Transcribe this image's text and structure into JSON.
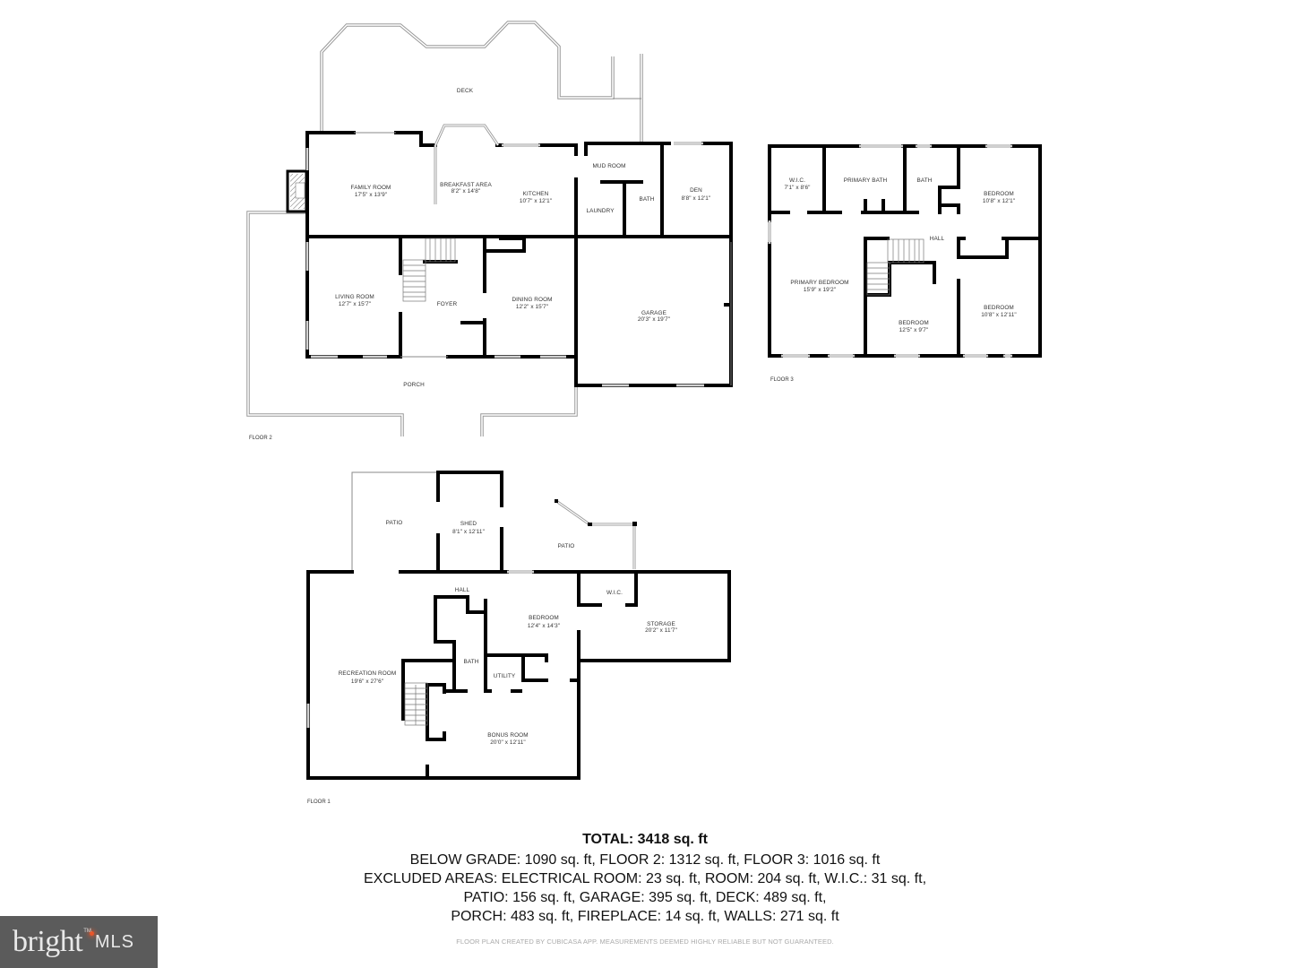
{
  "floors": {
    "floor2": {
      "label": "FLOOR 2",
      "rooms": [
        {
          "name": "DECK",
          "dims": ""
        },
        {
          "name": "FAMILY ROOM",
          "dims": "17'5\" x 13'9\""
        },
        {
          "name": "BREAKFAST AREA",
          "dims": "8'2\" x 14'8\""
        },
        {
          "name": "KITCHEN",
          "dims": "10'7\" x 12'1\""
        },
        {
          "name": "MUD ROOM",
          "dims": ""
        },
        {
          "name": "LAUNDRY",
          "dims": ""
        },
        {
          "name": "BATH",
          "dims": ""
        },
        {
          "name": "DEN",
          "dims": "8'8\" x 12'1\""
        },
        {
          "name": "LIVING ROOM",
          "dims": "12'7\" x 15'7\""
        },
        {
          "name": "FOYER",
          "dims": ""
        },
        {
          "name": "DINING ROOM",
          "dims": "12'2\" x 15'7\""
        },
        {
          "name": "GARAGE",
          "dims": "20'3\" x 19'7\""
        },
        {
          "name": "PORCH",
          "dims": ""
        }
      ]
    },
    "floor3": {
      "label": "FLOOR 3",
      "rooms": [
        {
          "name": "W.I.C.",
          "dims": "7'1\" x 8'6\""
        },
        {
          "name": "PRIMARY BATH",
          "dims": ""
        },
        {
          "name": "BATH",
          "dims": ""
        },
        {
          "name": "BEDROOM",
          "dims": "10'8\" x 12'1\""
        },
        {
          "name": "HALL",
          "dims": ""
        },
        {
          "name": "PRIMARY BEDROOM",
          "dims": "15'9\" x 19'2\""
        },
        {
          "name": "BEDROOM",
          "dims": "12'5\" x 9'7\""
        },
        {
          "name": "BEDROOM",
          "dims": "10'8\" x 12'11\""
        }
      ]
    },
    "floor1": {
      "label": "FLOOR 1",
      "rooms": [
        {
          "name": "PATIO",
          "dims": ""
        },
        {
          "name": "SHED",
          "dims": "8'1\" x 12'11\""
        },
        {
          "name": "PATIO",
          "dims": ""
        },
        {
          "name": "HALL",
          "dims": ""
        },
        {
          "name": "BEDROOM",
          "dims": "12'4\" x 14'3\""
        },
        {
          "name": "W.I.C.",
          "dims": ""
        },
        {
          "name": "STORAGE",
          "dims": "20'2\" x 11'7\""
        },
        {
          "name": "RECREATION ROOM",
          "dims": "19'6\" x 27'6\""
        },
        {
          "name": "BATH",
          "dims": ""
        },
        {
          "name": "UTILITY",
          "dims": ""
        },
        {
          "name": "BONUS ROOM",
          "dims": "20'0\" x 12'11\""
        }
      ]
    }
  },
  "summary": {
    "total": "TOTAL: 3418 sq. ft",
    "line1": "BELOW GRADE: 1090 sq. ft, FLOOR 2: 1312 sq. ft, FLOOR 3: 1016 sq. ft",
    "line2": "EXCLUDED AREAS: ELECTRICAL ROOM: 23 sq. ft, ROOM: 204 sq. ft, W.I.C.: 31 sq. ft,",
    "line3": "PATIO: 156 sq. ft, GARAGE: 395 sq. ft, DECK: 489 sq. ft,",
    "line4": "PORCH: 483 sq. ft, FIREPLACE: 14 sq. ft, WALLS: 271 sq. ft"
  },
  "disclaimer": "FLOOR PLAN CREATED BY CUBICASA APP. MEASUREMENTS DEEMED HIGHLY RELIABLE BUT NOT GUARANTEED.",
  "logo": {
    "brand": "bright",
    "tm": "TM",
    "suffix": "MLS",
    "bg_color": "#5b5b5b",
    "accent_color": "#e8552a"
  }
}
